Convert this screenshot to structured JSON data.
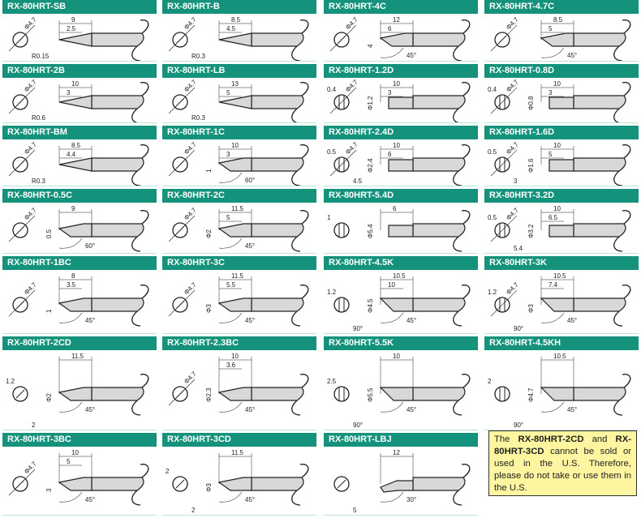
{
  "accent": "#14927c",
  "tips": [
    {
      "name": "RX-80HRT-SB",
      "shape": "cone",
      "end": "Φ4.7",
      "top": [
        "9",
        "2.5"
      ],
      "tip": [
        "R0.15"
      ],
      "side": [],
      "angle": []
    },
    {
      "name": "RX-80HRT-B",
      "shape": "cone",
      "end": "Φ4.7",
      "top": [
        "8.5",
        "4.5"
      ],
      "tip": [
        "R0.3"
      ],
      "side": [],
      "angle": []
    },
    {
      "name": "RX-80HRT-4C",
      "shape": "bevel",
      "end": "Φ4.7",
      "top": [
        "12",
        "6"
      ],
      "tip": [],
      "side": [
        "4"
      ],
      "angle": [
        "45°"
      ]
    },
    {
      "name": "RX-80HRT-4.7C",
      "shape": "bevel",
      "end": "Φ4.7",
      "top": [
        "8.5",
        "5"
      ],
      "tip": [],
      "side": [],
      "angle": [
        "45°"
      ]
    },
    {
      "name": "RX-80HRT-2B",
      "shape": "cone",
      "end": "Φ4.7",
      "top": [
        "10",
        "3"
      ],
      "tip": [
        "R0.6"
      ],
      "side": [],
      "angle": []
    },
    {
      "name": "RX-80HRT-LB",
      "shape": "cone",
      "end": "Φ4.7",
      "top": [
        "13",
        "5"
      ],
      "tip": [
        "R0.3"
      ],
      "side": [],
      "angle": []
    },
    {
      "name": "RX-80HRT-1.2D",
      "shape": "chisel",
      "end": "Φ4.7",
      "endw": "0.4",
      "top": [
        "10",
        "3"
      ],
      "tip": [],
      "side": [
        "Φ1.2"
      ],
      "angle": []
    },
    {
      "name": "RX-80HRT-0.8D",
      "shape": "chisel",
      "end": "Φ4.7",
      "endw": "0.4",
      "top": [
        "10",
        "3"
      ],
      "tip": [],
      "side": [
        "Φ0.8"
      ],
      "angle": []
    },
    {
      "name": "RX-80HRT-BM",
      "shape": "cone",
      "end": "Φ4.7",
      "top": [
        "8.5",
        "4.4"
      ],
      "tip": [
        "R0.3"
      ],
      "side": [],
      "angle": []
    },
    {
      "name": "RX-80HRT-1C",
      "shape": "bevel",
      "end": "Φ4.7",
      "top": [
        "10",
        "3"
      ],
      "tip": [],
      "side": [
        "1"
      ],
      "angle": [
        "60°"
      ]
    },
    {
      "name": "RX-80HRT-2.4D",
      "shape": "chisel",
      "end": "Φ4.7",
      "endw": "0.5",
      "top": [
        "10",
        "6"
      ],
      "tip": [
        "4.5"
      ],
      "side": [
        "Φ2.4"
      ],
      "angle": []
    },
    {
      "name": "RX-80HRT-1.6D",
      "shape": "chisel",
      "end": "Φ4.7",
      "endw": "0.5",
      "top": [
        "10",
        "5"
      ],
      "tip": [
        "3"
      ],
      "side": [
        "Φ1.6"
      ],
      "angle": []
    },
    {
      "name": "RX-80HRT-0.5C",
      "shape": "bevel",
      "end": "Φ4.7",
      "top": [
        "9"
      ],
      "tip": [],
      "side": [
        "0.5"
      ],
      "angle": [
        "60°"
      ]
    },
    {
      "name": "RX-80HRT-2C",
      "shape": "bevel",
      "end": "Φ4.7",
      "top": [
        "11.5",
        "5"
      ],
      "tip": [],
      "side": [
        "Φ2"
      ],
      "angle": [
        "45°"
      ]
    },
    {
      "name": "RX-80HRT-5.4D",
      "shape": "chisel",
      "end": "",
      "endw": "1",
      "top": [
        "6"
      ],
      "tip": [],
      "side": [
        "Φ5.4"
      ],
      "angle": []
    },
    {
      "name": "RX-80HRT-3.2D",
      "shape": "chisel",
      "end": "Φ4.7",
      "endw": "0.5",
      "top": [
        "10",
        "6.5"
      ],
      "tip": [
        "5.4"
      ],
      "side": [
        "Φ3.2"
      ],
      "angle": []
    },
    {
      "name": "RX-80HRT-1BC",
      "shape": "bevel",
      "end": "Φ4.7",
      "top": [
        "8",
        "3.5"
      ],
      "tip": [],
      "side": [
        "1"
      ],
      "angle": [
        "45°"
      ]
    },
    {
      "name": "RX-80HRT-3C",
      "shape": "bevel",
      "end": "Φ4.7",
      "top": [
        "11.5",
        "5.5"
      ],
      "tip": [],
      "side": [
        "Φ3"
      ],
      "angle": [
        "45°"
      ]
    },
    {
      "name": "RX-80HRT-4.5K",
      "shape": "knife",
      "end": "",
      "endw": "1.2",
      "top": [
        "10.5",
        "10"
      ],
      "tip": [
        "90°"
      ],
      "side": [
        "Φ4.5"
      ],
      "angle": [
        "45°"
      ]
    },
    {
      "name": "RX-80HRT-3K",
      "shape": "knife",
      "end": "Φ4.7",
      "endw": "1.2",
      "top": [
        "10.5",
        "7.4"
      ],
      "tip": [
        "90°"
      ],
      "side": [
        "Φ3"
      ],
      "angle": [
        "45°"
      ]
    },
    {
      "name": "RX-80HRT-2CD",
      "shape": "bevel",
      "end": "",
      "endw": "1.2",
      "top": [
        "11.5"
      ],
      "tip": [
        "2"
      ],
      "side": [
        "Φ2"
      ],
      "angle": [
        "45°"
      ]
    },
    {
      "name": "RX-80HRT-2.3BC",
      "shape": "bevel",
      "end": "Φ4.7",
      "top": [
        "10",
        "3.6"
      ],
      "tip": [],
      "side": [
        "Φ2.3"
      ],
      "angle": [
        "45°"
      ]
    },
    {
      "name": "RX-80HRT-5.5K",
      "shape": "knife",
      "end": "",
      "endw": "2.5",
      "top": [
        "10"
      ],
      "tip": [
        "90°"
      ],
      "side": [
        "Φ5.5"
      ],
      "angle": [
        "45°"
      ]
    },
    {
      "name": "RX-80HRT-4.5KH",
      "shape": "knife",
      "end": "",
      "endw": "2",
      "top": [
        "10.5"
      ],
      "tip": [
        "90°"
      ],
      "side": [
        "Φ4.7"
      ],
      "angle": [
        "45°"
      ]
    },
    {
      "name": "RX-80HRT-3BC",
      "shape": "bevel",
      "end": "Φ4.7",
      "top": [
        "10",
        "5"
      ],
      "tip": [],
      "side": [
        "3"
      ],
      "angle": [
        "45°"
      ]
    },
    {
      "name": "RX-80HRT-3CD",
      "shape": "bevel",
      "end": "",
      "endw": "2",
      "top": [
        "11.5"
      ],
      "tip": [
        "2"
      ],
      "side": [
        "Φ3"
      ],
      "angle": [
        "45°"
      ]
    },
    {
      "name": "RX-80HRT-LBJ",
      "shape": "bent",
      "end": "",
      "top": [
        "12"
      ],
      "tip": [
        "5"
      ],
      "side": [],
      "angle": [
        "30°"
      ]
    }
  ],
  "notice": {
    "p1": "The ",
    "m1": "RX-80HRT-2CD",
    "p2": " and ",
    "m2": "RX-80HRT-3CD",
    "p3": " cannot be sold or used in the U.S.  Therefore, please do not take or use them in the U.S."
  }
}
